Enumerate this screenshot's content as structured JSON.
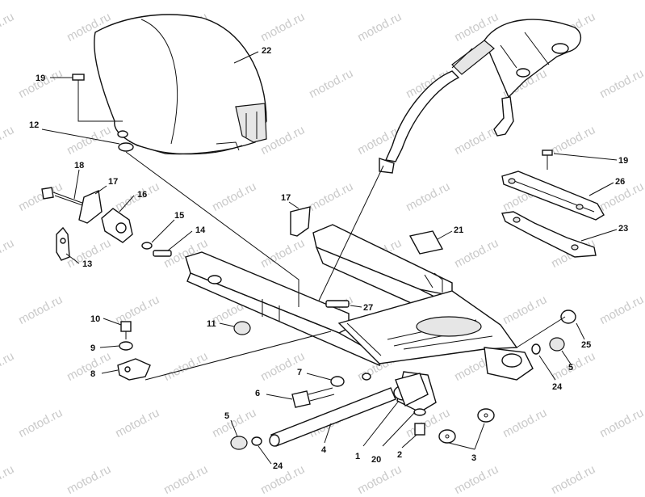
{
  "watermark": "motod.ru",
  "parts": [
    {
      "id": "fender",
      "label": "22"
    },
    {
      "id": "fender-screw",
      "label": "19"
    },
    {
      "id": "fender-clip",
      "label": "12"
    },
    {
      "id": "long-bolt",
      "label": "18"
    },
    {
      "id": "bracket-upper",
      "label": "17"
    },
    {
      "id": "cam-adjuster",
      "label": "16"
    },
    {
      "id": "plate-13",
      "label": "13"
    },
    {
      "id": "washer-15",
      "label": "15"
    },
    {
      "id": "bolt-14",
      "label": "14"
    },
    {
      "id": "bracket-right",
      "label": "17"
    },
    {
      "id": "pad",
      "label": "21"
    },
    {
      "id": "chain-guide-screw",
      "label": "19"
    },
    {
      "id": "chain-guide-upper",
      "label": "26"
    },
    {
      "id": "chain-guide-lower",
      "label": "23"
    },
    {
      "id": "nut-27",
      "label": "27"
    },
    {
      "id": "nut-11",
      "label": "11"
    },
    {
      "id": "bolt-10",
      "label": "10"
    },
    {
      "id": "washer-9",
      "label": "9"
    },
    {
      "id": "clamp-8",
      "label": "8"
    },
    {
      "id": "washer-7",
      "label": "7"
    },
    {
      "id": "bolt-6",
      "label": "6"
    },
    {
      "id": "cap-5-left",
      "label": "5"
    },
    {
      "id": "circlip-24-left",
      "label": "24"
    },
    {
      "id": "axle-4",
      "label": "4"
    },
    {
      "id": "bracket-1",
      "label": "1"
    },
    {
      "id": "bushing-20",
      "label": "20"
    },
    {
      "id": "bolt-2",
      "label": "2"
    },
    {
      "id": "washers-3",
      "label": "3"
    },
    {
      "id": "bushing-25",
      "label": "25"
    },
    {
      "id": "cap-5-right",
      "label": "5"
    },
    {
      "id": "circlip-24-right",
      "label": "24"
    }
  ]
}
